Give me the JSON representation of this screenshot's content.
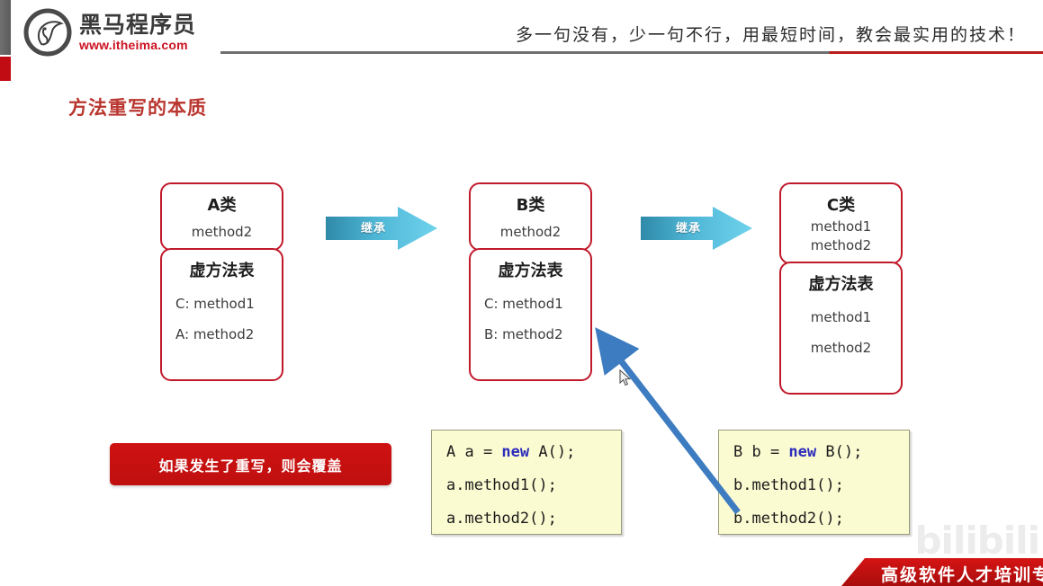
{
  "header": {
    "logo_cn": "黑马程序员",
    "logo_url": "www.itheima.com",
    "logo_icon": "horse-head-circle-logo",
    "tagline": "多一句没有，少一句不行，用最短时间，教会最实用的技术！"
  },
  "slide": {
    "title": "方法重写的本质"
  },
  "classes": [
    {
      "name": "A类",
      "methods": [
        "method2"
      ],
      "vtable_title": "虚方法表",
      "vtable_rows": [
        "C: method1",
        "A: method2"
      ],
      "align": "left"
    },
    {
      "name": "B类",
      "methods": [
        "method2"
      ],
      "vtable_title": "虚方法表",
      "vtable_rows": [
        "C: method1",
        "B: method2"
      ],
      "align": "left"
    },
    {
      "name": "C类",
      "methods": [
        "method1",
        "method2"
      ],
      "vtable_title": "虚方法表",
      "vtable_rows": [
        "method1",
        "method2"
      ],
      "align": "center"
    }
  ],
  "arrows": [
    {
      "label": "继承"
    },
    {
      "label": "继承"
    }
  ],
  "banner": {
    "text": "如果发生了重写，则会覆盖"
  },
  "code_blocks": [
    {
      "lines": [
        {
          "pre": "A a = ",
          "kw": "new",
          "post": " A();"
        },
        {
          "pre": "a.method1();",
          "kw": "",
          "post": ""
        },
        {
          "pre": "a.method2();",
          "kw": "",
          "post": ""
        }
      ]
    },
    {
      "lines": [
        {
          "pre": "B b = ",
          "kw": "new",
          "post": " B();"
        },
        {
          "pre": "b.method1();",
          "kw": "",
          "post": ""
        },
        {
          "pre": "b.method2();",
          "kw": "",
          "post": ""
        }
      ]
    }
  ],
  "watermark": "bilibili",
  "footer": {
    "text": "高级软件人才培训专"
  },
  "colors": {
    "brand_red": "#c0192b",
    "title_red": "#b9362f",
    "banner_red": "#cf1212",
    "arrow_cyan": "#49bfe0",
    "arrow_blue": "#3d7cc0",
    "code_bg": "#fbfbd2",
    "keyword_blue": "#2d2dbb",
    "rule_gray": "#6f6f6f"
  }
}
